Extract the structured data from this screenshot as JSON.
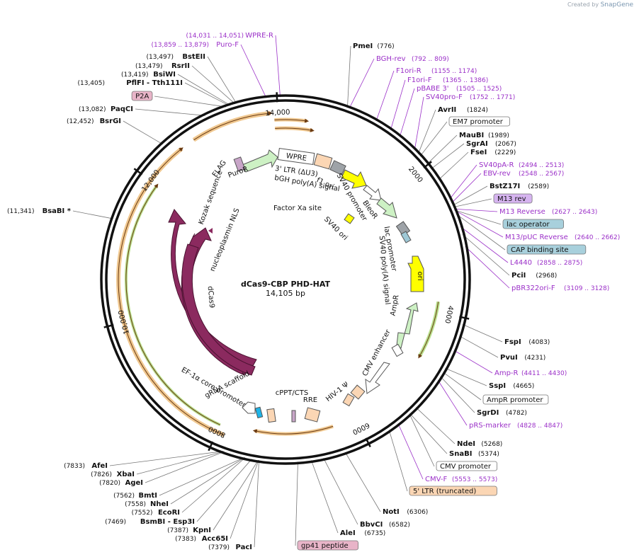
{
  "credit": {
    "prefix": "Created by",
    "brand": "SnapGene"
  },
  "plasmid": {
    "name": "dCas9-CBP PHD-HAT",
    "size_label": "14,105 bp",
    "length": 14105
  },
  "colors": {
    "enzyme": "#000000",
    "primer": "#9b30c8",
    "backbone": "#111111",
    "orange_track": "#f0c890",
    "green_track": "#b8e08c",
    "purple_feature": "#8b2a5f",
    "leader_line": "#777777"
  },
  "ticks": [
    "2000",
    "4000",
    "6000",
    "8000",
    "10,000",
    "12,000",
    "14,000"
  ],
  "tick_positions": [
    2000,
    4000,
    6000,
    8000,
    10000,
    12000,
    14000
  ],
  "left_labels": [
    {
      "name": "BstEII",
      "pos": "(13,497)",
      "kind": "enzyme",
      "bp": 13497
    },
    {
      "name": "RsrII",
      "pos": "(13,479)",
      "kind": "enzyme",
      "bp": 13479
    },
    {
      "name": "BsiWI",
      "pos": "(13,419)",
      "kind": "enzyme",
      "bp": 13419
    },
    {
      "name": "PflFI  - Tth111I",
      "pos": "(13,405)",
      "kind": "enzyme",
      "bp": 13405
    },
    {
      "name": "P2A",
      "pos": "",
      "kind": "feature-pink",
      "bp": 13360
    },
    {
      "name": "PaqCI",
      "pos": "(13,082)",
      "kind": "enzyme",
      "bp": 13082
    },
    {
      "name": "BsrGI",
      "pos": "(12,452)",
      "kind": "enzyme",
      "bp": 12452
    },
    {
      "name": "BsaBI *",
      "pos": "(11,341)",
      "kind": "enzyme",
      "bp": 11341
    },
    {
      "name": "AfeI",
      "pos": "(7833)",
      "kind": "enzyme",
      "bp": 7833
    },
    {
      "name": "XbaI",
      "pos": "(7826)",
      "kind": "enzyme",
      "bp": 7826
    },
    {
      "name": "AgeI",
      "pos": "(7820)",
      "kind": "enzyme",
      "bp": 7820
    },
    {
      "name": "BmtI",
      "pos": "(7562)",
      "kind": "enzyme",
      "bp": 7562
    },
    {
      "name": "NheI",
      "pos": "(7558)",
      "kind": "enzyme",
      "bp": 7558
    },
    {
      "name": "EcoRI",
      "pos": "(7552)",
      "kind": "enzyme",
      "bp": 7552
    },
    {
      "name": "BsmBI  - Esp3I",
      "pos": "(7469)",
      "kind": "enzyme",
      "bp": 7469
    },
    {
      "name": "KpnI",
      "pos": "(7387)",
      "kind": "enzyme",
      "bp": 7387
    },
    {
      "name": "Acc65I",
      "pos": "(7383)",
      "kind": "enzyme",
      "bp": 7383
    },
    {
      "name": "PacI",
      "pos": "(7379)",
      "kind": "enzyme",
      "bp": 7379
    }
  ],
  "top_labels": [
    {
      "name": "WPRE-R",
      "pos": "(14,031 .. 14,051)",
      "kind": "primer",
      "bp": 14040
    },
    {
      "name": "Puro-F",
      "pos": "(13,859 .. 13,879)",
      "kind": "primer",
      "bp": 13869
    }
  ],
  "right_labels": [
    {
      "name": "PmeI",
      "pos": "(776)",
      "kind": "enzyme",
      "bp": 776
    },
    {
      "name": "BGH-rev",
      "pos": "(792 .. 809)",
      "kind": "primer",
      "bp": 800
    },
    {
      "name": "F1ori-R",
      "pos": "(1155 .. 1174)",
      "kind": "primer",
      "bp": 1165
    },
    {
      "name": "F1ori-F",
      "pos": "(1365 .. 1386)",
      "kind": "primer",
      "bp": 1375
    },
    {
      "name": "pBABE 3'",
      "pos": "(1505 .. 1525)",
      "kind": "primer",
      "bp": 1515
    },
    {
      "name": "SV40pro-F",
      "pos": "(1752 .. 1771)",
      "kind": "primer",
      "bp": 1760
    },
    {
      "name": "AvrII",
      "pos": "(1824)",
      "kind": "enzyme",
      "bp": 1824
    },
    {
      "name": "EM7 promoter",
      "pos": "",
      "kind": "feature-box",
      "bp": 1860
    },
    {
      "name": "MauBI",
      "pos": "(1989)",
      "kind": "enzyme",
      "bp": 1989
    },
    {
      "name": "SgrAI",
      "pos": "(2067)",
      "kind": "enzyme",
      "bp": 2067
    },
    {
      "name": "FseI",
      "pos": "(2229)",
      "kind": "enzyme",
      "bp": 2229
    },
    {
      "name": "SV40pA-R",
      "pos": "(2494 .. 2513)",
      "kind": "primer",
      "bp": 2503
    },
    {
      "name": "EBV-rev",
      "pos": "(2548 .. 2567)",
      "kind": "primer",
      "bp": 2557
    },
    {
      "name": "BstZ17I",
      "pos": "(2589)",
      "kind": "enzyme",
      "bp": 2589
    },
    {
      "name": "M13 rev",
      "pos": "",
      "kind": "feature-purple",
      "bp": 2610
    },
    {
      "name": "M13 Reverse",
      "pos": "(2627 .. 2643)",
      "kind": "primer",
      "bp": 2635
    },
    {
      "name": "lac operator",
      "pos": "",
      "kind": "feature-teal",
      "bp": 2650
    },
    {
      "name": "M13/pUC Reverse",
      "pos": "(2640 .. 2662)",
      "kind": "primer",
      "bp": 2651
    },
    {
      "name": "CAP binding site",
      "pos": "",
      "kind": "feature-teal",
      "bp": 2700
    },
    {
      "name": "L4440",
      "pos": "(2858 .. 2875)",
      "kind": "primer",
      "bp": 2866
    },
    {
      "name": "PciI",
      "pos": "(2968)",
      "kind": "enzyme",
      "bp": 2968
    },
    {
      "name": "pBR322ori-F",
      "pos": "(3109 .. 3128)",
      "kind": "primer",
      "bp": 3118
    },
    {
      "name": "FspI",
      "pos": "(4083)",
      "kind": "enzyme",
      "bp": 4083
    },
    {
      "name": "PvuI",
      "pos": "(4231)",
      "kind": "enzyme",
      "bp": 4231
    },
    {
      "name": "Amp-R",
      "pos": "(4411 .. 4430)",
      "kind": "primer",
      "bp": 4420
    },
    {
      "name": "SspI",
      "pos": "(4665)",
      "kind": "enzyme",
      "bp": 4665
    },
    {
      "name": "AmpR promoter",
      "pos": "",
      "kind": "feature-box",
      "bp": 4720
    },
    {
      "name": "SgrDI",
      "pos": "(4782)",
      "kind": "enzyme",
      "bp": 4782
    },
    {
      "name": "pRS-marker",
      "pos": "(4828 .. 4847)",
      "kind": "primer",
      "bp": 4837
    },
    {
      "name": "NdeI",
      "pos": "(5268)",
      "kind": "enzyme",
      "bp": 5268
    },
    {
      "name": "SnaBI",
      "pos": "(5374)",
      "kind": "enzyme",
      "bp": 5374
    },
    {
      "name": "CMV promoter",
      "pos": "",
      "kind": "feature-box",
      "bp": 5380
    },
    {
      "name": "CMV-F",
      "pos": "(5553 .. 5573)",
      "kind": "primer",
      "bp": 5563
    },
    {
      "name": "5' LTR (truncated)",
      "pos": "",
      "kind": "feature-orange",
      "bp": 5700
    }
  ],
  "bottom_labels": [
    {
      "name": "NotI",
      "pos": "(6306)",
      "kind": "enzyme",
      "bp": 6306
    },
    {
      "name": "BbvCI",
      "pos": "(6582)",
      "kind": "enzyme",
      "bp": 6582
    },
    {
      "name": "AleI",
      "pos": "(6735)",
      "kind": "enzyme",
      "bp": 6735
    },
    {
      "name": "gp41 peptide",
      "pos": "",
      "kind": "feature-pink",
      "bp": 6900
    }
  ],
  "inner_labels": [
    "WPRE",
    "PuroR",
    "3' LTR (ΔU3)",
    "bGH poly(A) signal",
    "FLAG",
    "f1 ori",
    "SV40 promoter",
    "BleoR",
    "Kozak sequence",
    "Factor Xa site",
    "SV40 ori",
    "nucleoplasmin NLS",
    "lac promoter",
    "SV40 poly(A) signal",
    "ori",
    "AmpR",
    "CMV enhancer",
    "dCas9",
    "Cas9",
    "HIV-1 Ψ",
    "gRNA scaffold",
    "EF-1α core promoter",
    "cPPT/CTS",
    "RRE"
  ]
}
